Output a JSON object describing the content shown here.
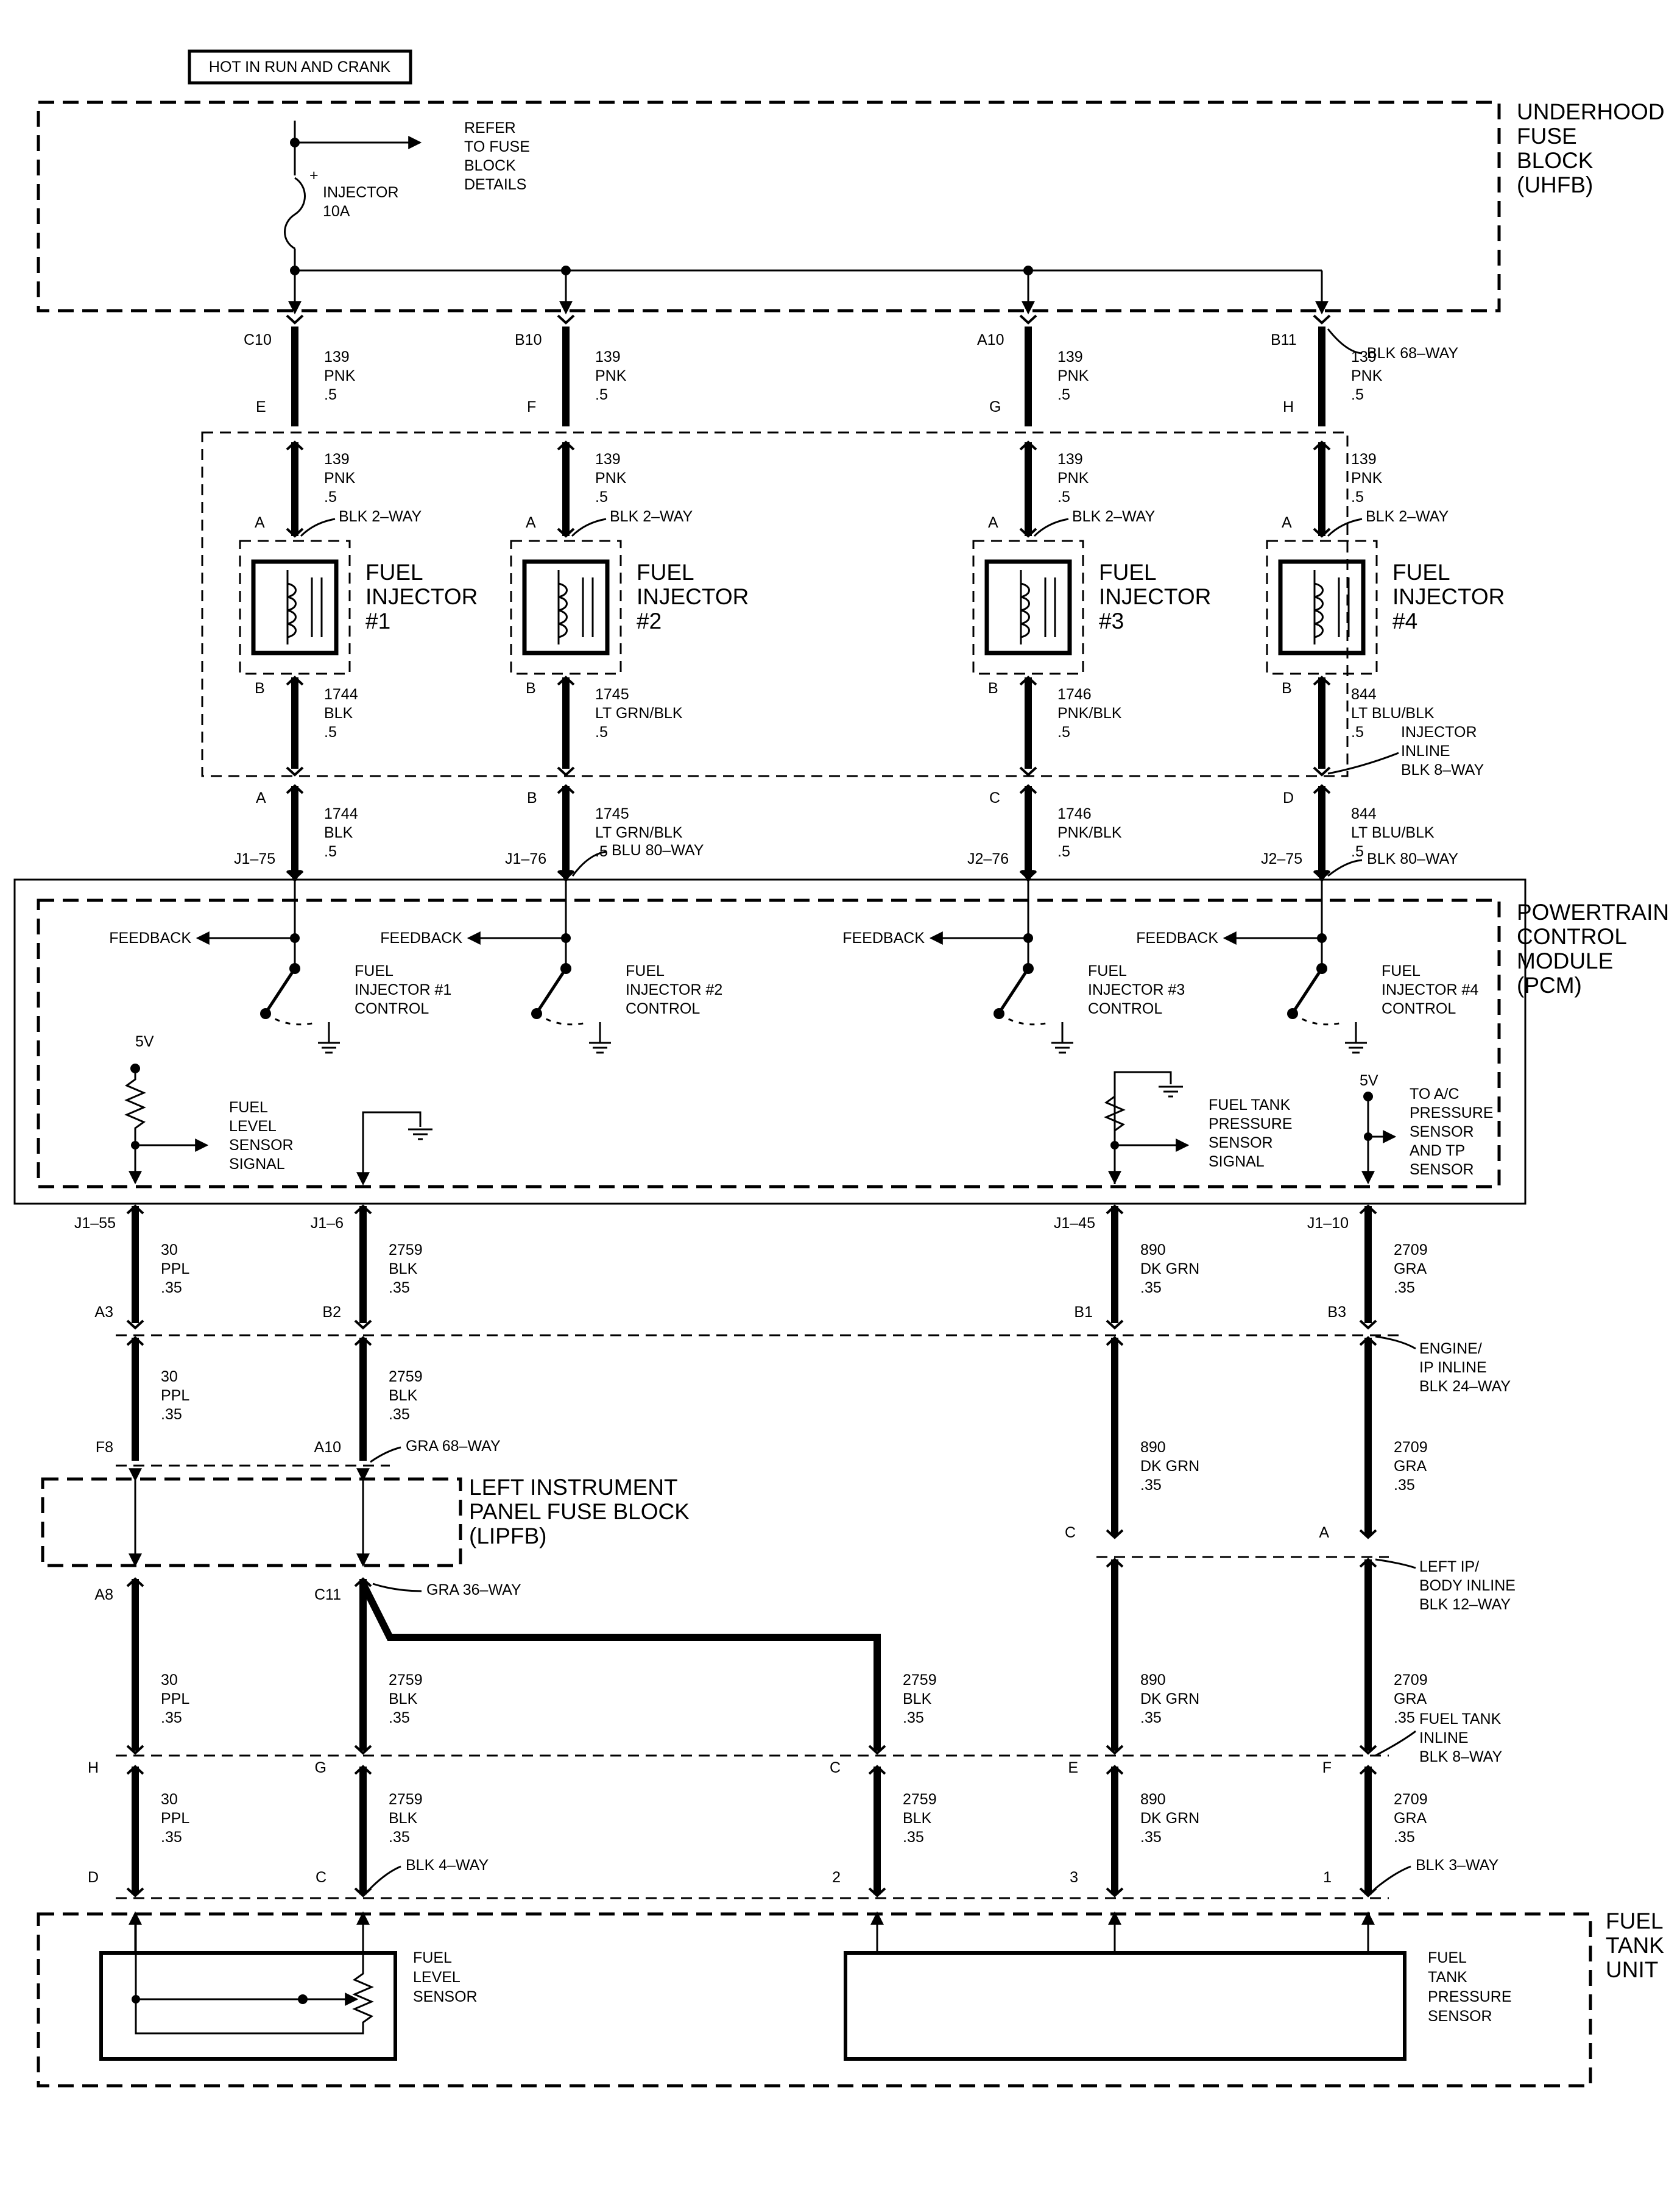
{
  "power_label": "HOT IN RUN AND CRANK",
  "uhfb": {
    "title": [
      "UNDERHOOD",
      "FUSE",
      "BLOCK",
      "(UHFB)"
    ],
    "refer": [
      "REFER",
      "TO FUSE",
      "BLOCK",
      "DETAILS"
    ],
    "fuse": [
      "INJECTOR",
      "10A"
    ],
    "fuse_plus": "+"
  },
  "injector_columns": [
    {
      "c1": "C10",
      "c2": "E",
      "w1": [
        "139",
        "PNK",
        ".5"
      ],
      "w2": [
        "139",
        "PNK",
        ".5"
      ],
      "conn_a": "A",
      "conn_a_label": "BLK 2–WAY",
      "name": [
        "FUEL",
        "INJECTOR",
        "#1"
      ],
      "conn_b": "B",
      "w3": [
        "1744",
        "BLK",
        ".5"
      ],
      "inline_pin": "A",
      "w4": [
        "1744",
        "BLK",
        ".5"
      ],
      "pcm_pin": "J1–75",
      "feedback": "FEEDBACK",
      "control": [
        "FUEL",
        "INJECTOR #1",
        "CONTROL"
      ]
    },
    {
      "c1": "B10",
      "c2": "F",
      "w1": [
        "139",
        "PNK",
        ".5"
      ],
      "w2": [
        "139",
        "PNK",
        ".5"
      ],
      "conn_a": "A",
      "conn_a_label": "BLK 2–WAY",
      "name": [
        "FUEL",
        "INJECTOR",
        "#2"
      ],
      "conn_b": "B",
      "w3": [
        "1745",
        "LT GRN/BLK",
        ".5"
      ],
      "inline_pin": "B",
      "w4": [
        "1745",
        "LT GRN/BLK",
        ".5"
      ],
      "pcm_pin": "J1–76",
      "feedback": "FEEDBACK",
      "control": [
        "FUEL",
        "INJECTOR #2",
        "CONTROL"
      ]
    },
    {
      "c1": "A10",
      "c2": "G",
      "w1": [
        "139",
        "PNK",
        ".5"
      ],
      "w2": [
        "139",
        "PNK",
        ".5"
      ],
      "conn_a": "A",
      "conn_a_label": "BLK 2–WAY",
      "name": [
        "FUEL",
        "INJECTOR",
        "#3"
      ],
      "conn_b": "B",
      "w3": [
        "1746",
        "PNK/BLK",
        ".5"
      ],
      "inline_pin": "C",
      "w4": [
        "1746",
        "PNK/BLK",
        ".5"
      ],
      "pcm_pin": "J2–76",
      "feedback": "FEEDBACK",
      "control": [
        "FUEL",
        "INJECTOR #3",
        "CONTROL"
      ]
    },
    {
      "c1": "B11",
      "c2": "H",
      "w1": [
        "139",
        "PNK",
        ".5"
      ],
      "w2": [
        "139",
        "PNK",
        ".5"
      ],
      "conn_a": "A",
      "conn_a_label": "BLK 2–WAY",
      "name": [
        "FUEL",
        "INJECTOR",
        "#4"
      ],
      "conn_b": "B",
      "w3": [
        "844",
        "LT BLU/BLK",
        ".5"
      ],
      "inline_pin": "D",
      "w4": [
        "844",
        "LT BLU/BLK",
        ".5"
      ],
      "pcm_pin": "J2–75",
      "feedback": "FEEDBACK",
      "control": [
        "FUEL",
        "INJECTOR #4",
        "CONTROL"
      ]
    }
  ],
  "uhfb_connector": "BLK 68–WAY",
  "injector_inline": [
    "INJECTOR",
    "INLINE",
    "BLK 8–WAY"
  ],
  "pcm_connector_j1": "BLU 80–WAY",
  "pcm_connector_j2": "BLK 80–WAY",
  "pcm": {
    "title": [
      "POWERTRAIN",
      "CONTROL",
      "MODULE",
      "(PCM)"
    ],
    "five_v": "5V",
    "fuel_level_signal": [
      "FUEL",
      "LEVEL",
      "SENSOR",
      "SIGNAL"
    ],
    "tank_pressure_signal": [
      "FUEL TANK",
      "PRESSURE",
      "SENSOR",
      "SIGNAL"
    ],
    "ac_ref": [
      "TO A/C",
      "PRESSURE",
      "SENSOR",
      "AND TP",
      "SENSOR"
    ]
  },
  "bottom_columns": [
    {
      "pcm_pin": "J1–55",
      "w1": [
        "30",
        "PPL",
        ".35"
      ],
      "ei_pin": "A3",
      "w2": [
        "30",
        "PPL",
        ".35"
      ],
      "fb_pin_top": "F8",
      "fb_pin_bot": "A8",
      "w3": [
        "30",
        "PPL",
        ".35"
      ],
      "tank_inline_pin": "H",
      "w4": [
        "30",
        "PPL",
        ".35"
      ],
      "tank_pin": "D"
    },
    {
      "pcm_pin": "J1–6",
      "w1": [
        "2759",
        "BLK",
        ".35"
      ],
      "ei_pin": "B2",
      "w2": [
        "2759",
        "BLK",
        ".35"
      ],
      "fb_pin_top": "A10",
      "fb_pin_bot": "C11",
      "w3": [
        "2759",
        "BLK",
        ".35"
      ],
      "tank_inline_pin": "G",
      "w4": [
        "2759",
        "BLK",
        ".35"
      ],
      "tank_pin": "C"
    },
    {
      "w3": [
        "2759",
        "BLK",
        ".35"
      ],
      "tank_inline_pin": "C",
      "w4": [
        "2759",
        "BLK",
        ".35"
      ],
      "tank_pin": "2"
    },
    {
      "pcm_pin": "J1–45",
      "w1": [
        "890",
        "DK GRN",
        ".35"
      ],
      "ei_pin": "B1",
      "w2": [
        "890",
        "DK GRN",
        ".35"
      ],
      "ip_pin": "C",
      "w3": [
        "890",
        "DK GRN",
        ".35"
      ],
      "tank_inline_pin": "E",
      "w4": [
        "890",
        "DK GRN",
        ".35"
      ],
      "tank_pin": "3"
    },
    {
      "pcm_pin": "J1–10",
      "w1": [
        "2709",
        "GRA",
        ".35"
      ],
      "ei_pin": "B3",
      "w2": [
        "2709",
        "GRA",
        ".35"
      ],
      "ip_pin": "A",
      "w3": [
        "2709",
        "GRA",
        ".35"
      ],
      "tank_inline_pin": "F",
      "w4": [
        "2709",
        "GRA",
        ".35"
      ],
      "tank_pin": "1"
    }
  ],
  "engine_ip_inline": [
    "ENGINE/",
    "IP INLINE",
    "BLK 24–WAY"
  ],
  "gra_68": "GRA 68–WAY",
  "gra_36": "GRA 36–WAY",
  "lipfb": [
    "LEFT INSTRUMENT",
    "PANEL FUSE BLOCK",
    "(LIPFB)"
  ],
  "left_ip_body_inline": [
    "LEFT IP/",
    "BODY INLINE",
    "BLK 12–WAY"
  ],
  "fuel_tank_inline": [
    "FUEL TANK",
    "INLINE",
    "BLK 8–WAY"
  ],
  "blk_4way": "BLK 4–WAY",
  "blk_3way": "BLK 3–WAY",
  "fuel_tank_unit": [
    "FUEL",
    "TANK",
    "UNIT"
  ],
  "fuel_level_sensor": [
    "FUEL",
    "LEVEL",
    "SENSOR"
  ],
  "fuel_tank_pressure_sensor": [
    "FUEL",
    "TANK",
    "PRESSURE",
    "SENSOR"
  ]
}
